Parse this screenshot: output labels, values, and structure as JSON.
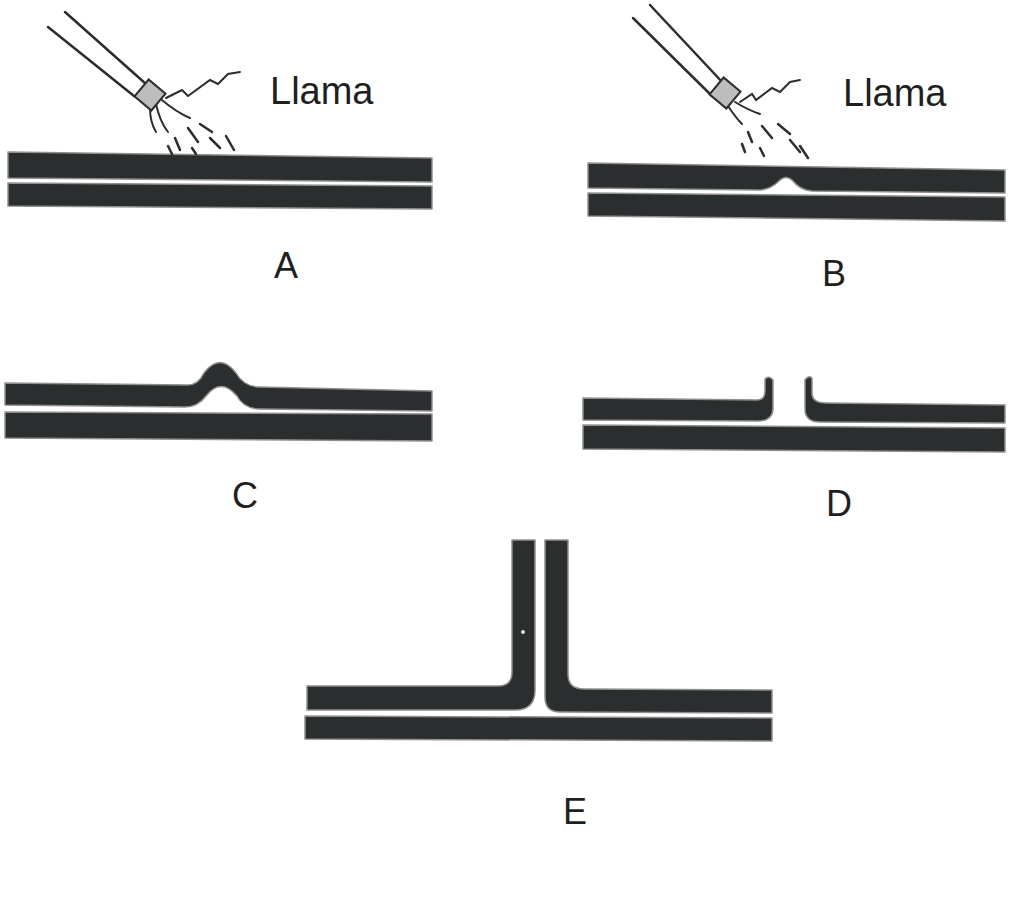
{
  "diagram": {
    "labels": [
      "Llama",
      "A",
      "Llama",
      "B",
      "C",
      "D",
      "E"
    ]
  }
}
